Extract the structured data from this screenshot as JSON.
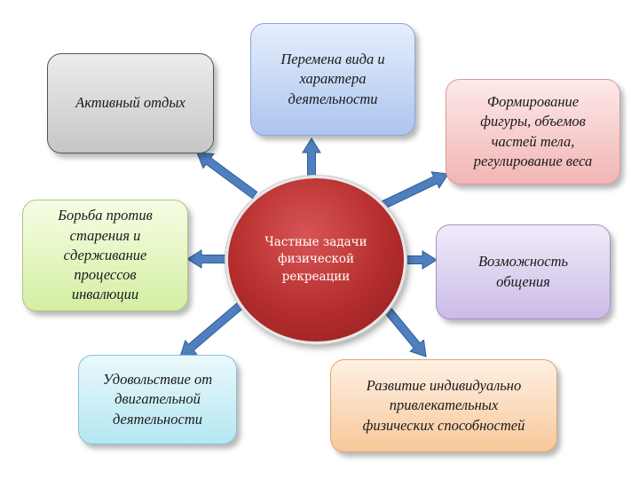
{
  "center": {
    "text": "Частные задачи\nфизической\nрекреации"
  },
  "boxes": {
    "active_rest": "Активный отдых",
    "change_activity": "Перемена вида и\nхарактера\nдеятельности",
    "figure_shaping": "Формирование\nфигуры, объемов\nчастей тела,\nрегулирование веса",
    "anti_aging": "Борьба против\nстарения и\nсдерживание\nпроцессов\nинвалюции",
    "communication": "Возможность\nобщения",
    "motor_pleasure": "Удовольствие от\nдвигательной\nдеятельности",
    "abilities": "Развитие индивидуально\nпривлекательных\nфизических способностей"
  },
  "colors": {
    "center_fill": "#b52d2d",
    "arrow_fill": "#4f7fbf",
    "arrow_stroke": "#2f5e96"
  }
}
